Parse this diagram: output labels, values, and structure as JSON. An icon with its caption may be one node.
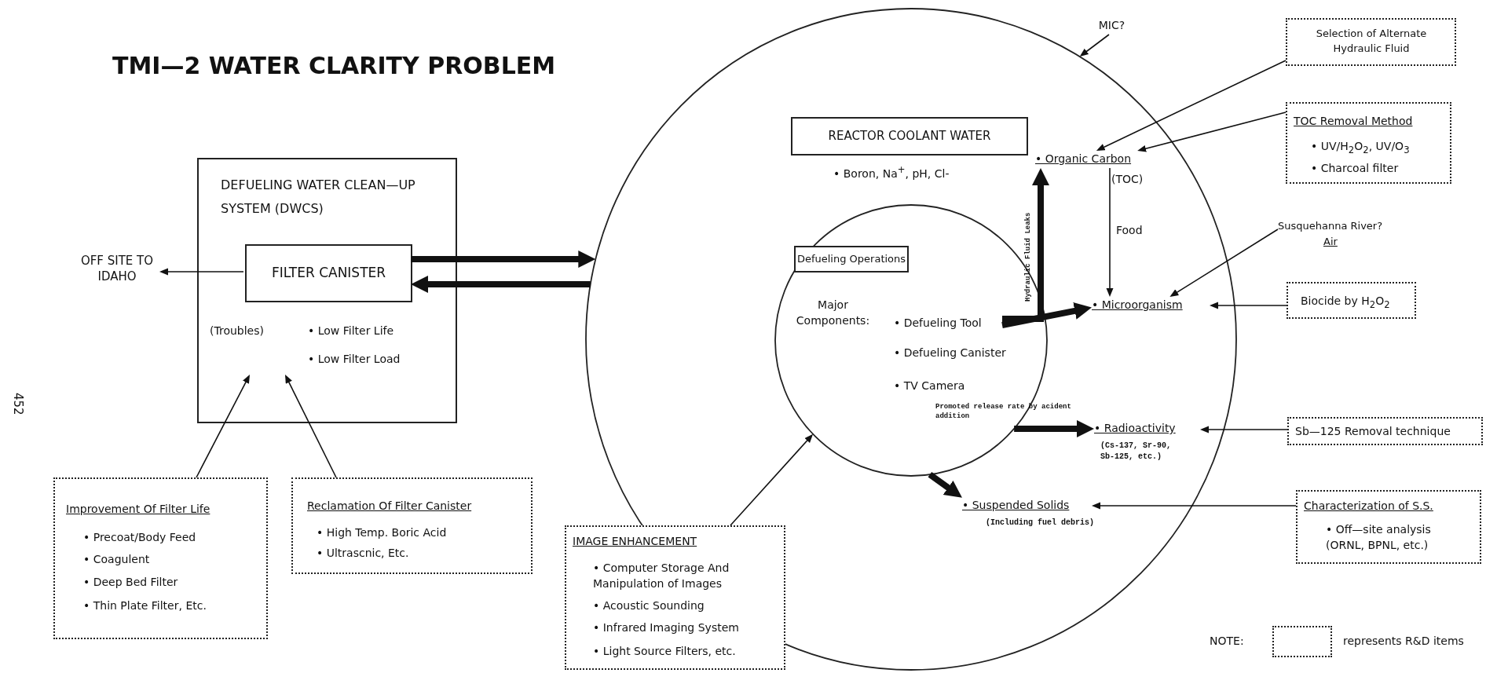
{
  "diagram": {
    "title": "TMI—2 WATER CLARITY PROBLEM",
    "nodes": [
      {
        "text": [
          "DEFUELING WATER CLEAN—UP SYSTEM (DWCS)"
        ]
      },
      {
        "text": [
          "FILTER CANISTER"
        ],
        "in": 0
      },
      {
        "text": [
          "(Troubles)",
          "• Low Filter Life",
          "• Low Filter Load"
        ],
        "in": 0
      },
      {
        "text": [
          "OFF SITE TO IDAHO"
        ]
      },
      {
        "text": [
          "Improvement Of Filter Life",
          "• Precoat/Body Feed",
          "• Coagulent",
          "• Deep Bed Filter",
          "• Thin Plate Filter, Etc."
        ]
      },
      {
        "text": [
          "Reclamation Of Filter Canister",
          "• High Temp. Boric Acid",
          "• Ultrascnic, Etc."
        ]
      },
      {
        "text": [
          "REACTOR COOLANT WATER",
          "• Boron, Na$^{+}$, pH, Cl-"
        ]
      },
      {
        "text": [
          "• Organic Carbon"
        ],
        "in": 6,
        "beside": [
          "(TOC)"
        ]
      },
      {
        "text": [
          "Defueling Operations",
          "Major Components:"
        ],
        "in": 6
      },
      {
        "text": [
          "• Defueling Tool"
        ],
        "in": 8
      },
      {
        "text": [
          "• Microorganism"
        ],
        "in": 6
      },
      {
        "text": [
          "• Radioactivity"
        ],
        "in": 6,
        "beside": [
          "(Cs-137, Sr-90, Sb-125, etc.)"
        ]
      },
      {
        "text": [
          "• Suspended Solids"
        ],
        "in": 6,
        "beside": [
          "(Including fuel debris)"
        ]
      },
      {
        "text": [
          "MIC?"
        ]
      },
      {
        "text": [
          "Selection of Alternate Hydraulic Fluid"
        ]
      },
      {
        "text": [
          "TOC Removal Method",
          "• UV/H$_{2}$O$_{2}$, UV/O$_{3}$",
          "• Charcoal filter"
        ]
      },
      {
        "text": [
          "Susquehanna River?",
          "Air"
        ]
      },
      {
        "text": [
          "Biocide by H$_{2}$O$_{2}$"
        ]
      },
      {
        "text": [
          "Sb—125 Removal technique"
        ]
      },
      {
        "text": [
          "Characterization of S.S.",
          "• Off—site analysis (ORNL, BPNL, etc.)"
        ]
      },
      {
        "text": [
          "IMAGE ENHANCEMENT",
          "• Computer Storage And Manipulation of Images",
          "• Acoustic Sounding",
          "• Infrared Imaging System",
          "• Light Source Filters, etc."
        ]
      }
    ],
    "edges": [
      {
        "from": 1,
        "to": 3,
        "arrow": "to"
      },
      {
        "from": 1,
        "to": 6,
        "arrow": "to",
        "style": "thick"
      },
      {
        "from": 6,
        "to": 1,
        "arrow": "to",
        "style": "thick"
      },
      {
        "from": 4,
        "to": 2,
        "arrow": "to"
      },
      {
        "from": 5,
        "to": 2,
        "arrow": "to"
      },
      {
        "from": 20,
        "to": 8,
        "arrow": "to"
      },
      {
        "from": 9,
        "to": 10,
        "arrow": "to",
        "style": "thick"
      },
      {
        "from": 9,
        "to": 7,
        "arrow": "to",
        "style": "thick",
        "label": "Hydraulic Fluid Leaks"
      },
      {
        "from": 7,
        "to": 10,
        "arrow": "to",
        "label": "Food"
      },
      {
        "from": 8,
        "to": 11,
        "arrow": "to",
        "style": "thick",
        "label": "Promoted release rate by acident addition"
      },
      {
        "from": 8,
        "to": 12,
        "arrow": "to",
        "style": "thick"
      },
      {
        "from": 13,
        "to": 6,
        "arrow": "to"
      },
      {
        "from": 14,
        "to": 7,
        "arrow": "to"
      },
      {
        "from": 15,
        "to": 7,
        "arrow": "to"
      },
      {
        "from": 16,
        "to": 10,
        "arrow": "to"
      },
      {
        "from": 17,
        "to": 10,
        "arrow": "to"
      },
      {
        "from": 18,
        "to": 11,
        "arrow": "to"
      },
      {
        "from": 19,
        "to": 12,
        "arrow": "to"
      }
    ],
    "labels": [
      "452",
      "• Defueling Canister",
      "• TV Camera",
      "NOTE:"
    ],
    "legend": [
      {
        "text": "represents R&D items"
      }
    ]
  }
}
